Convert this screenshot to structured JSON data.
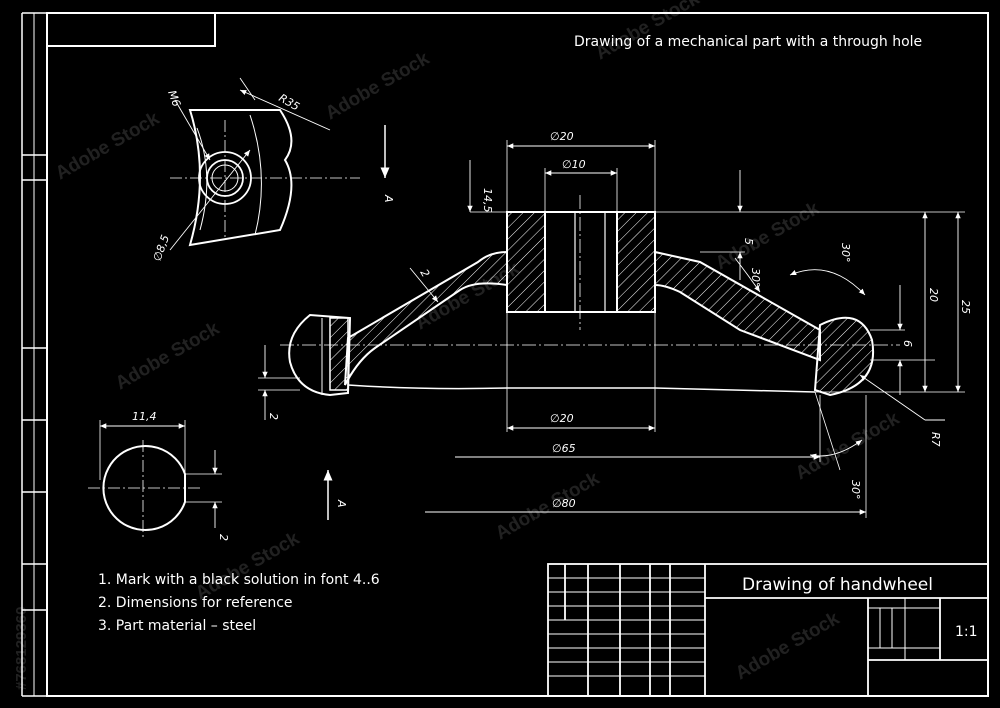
{
  "header": {
    "caption": "Drawing of a mechanical part with a through hole"
  },
  "title_block": {
    "title": "Drawing of handwheel",
    "scale": "1:1"
  },
  "notes": [
    "1. Mark with a black solution in font 4..6",
    "2. Dimensions for reference",
    "3. Part material – steel"
  ],
  "dimensions": {
    "d20_top": "∅20",
    "d10": "∅10",
    "h14_5": "14,5",
    "d20_bottom": "∅20",
    "d65": "∅65",
    "d80": "∅80",
    "h5": "5",
    "h20": "20",
    "h25": "25",
    "h6": "6",
    "h2_left": "2",
    "w2_thk": "2",
    "r7": "R7",
    "a30_1": "30°",
    "a30_2": "30°",
    "a30_3": "30°",
    "m6": "M6",
    "r35": "R35",
    "d8_5": "∅8,5",
    "w11_4": "11,4",
    "w2_key": "2"
  },
  "section_labels": {
    "a_top": "A",
    "a_bottom": "A"
  },
  "watermark": {
    "text": "Adobe Stock",
    "id": "#768129360"
  }
}
